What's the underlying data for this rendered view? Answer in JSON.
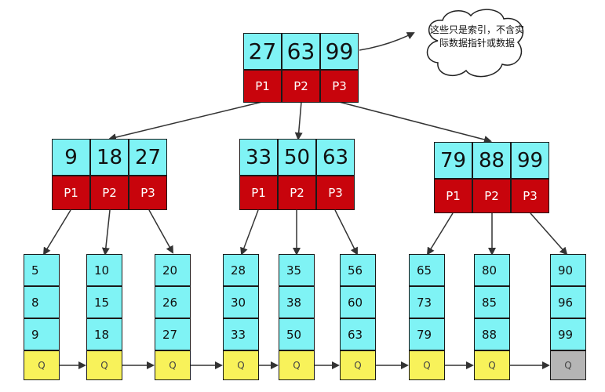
{
  "root": {
    "keys": [
      "27",
      "63",
      "99"
    ],
    "pointers": [
      "P1",
      "P2",
      "P3"
    ]
  },
  "inner_nodes": [
    {
      "keys": [
        "9",
        "18",
        "27"
      ],
      "pointers": [
        "P1",
        "P2",
        "P3"
      ]
    },
    {
      "keys": [
        "33",
        "50",
        "63"
      ],
      "pointers": [
        "P1",
        "P2",
        "P3"
      ]
    },
    {
      "keys": [
        "79",
        "88",
        "99"
      ],
      "pointers": [
        "P1",
        "P2",
        "P3"
      ]
    }
  ],
  "leaves": [
    {
      "values": [
        "5",
        "8",
        "9"
      ],
      "link": "Q"
    },
    {
      "values": [
        "10",
        "15",
        "18"
      ],
      "link": "Q"
    },
    {
      "values": [
        "20",
        "26",
        "27"
      ],
      "link": "Q"
    },
    {
      "values": [
        "28",
        "30",
        "33"
      ],
      "link": "Q"
    },
    {
      "values": [
        "35",
        "38",
        "50"
      ],
      "link": "Q"
    },
    {
      "values": [
        "56",
        "60",
        "63"
      ],
      "link": "Q"
    },
    {
      "values": [
        "65",
        "73",
        "79"
      ],
      "link": "Q"
    },
    {
      "values": [
        "80",
        "85",
        "88"
      ],
      "link": "Q"
    },
    {
      "values": [
        "90",
        "96",
        "99"
      ],
      "link": "Q"
    }
  ],
  "callout": {
    "text": "这些只是索引，不含实际数据指针或数据"
  },
  "colors": {
    "key_fill": "#7ff3f5",
    "pointer_fill": "#c8040c",
    "link_fill": "#f8f25a",
    "last_link_fill": "#b5b5b5"
  }
}
